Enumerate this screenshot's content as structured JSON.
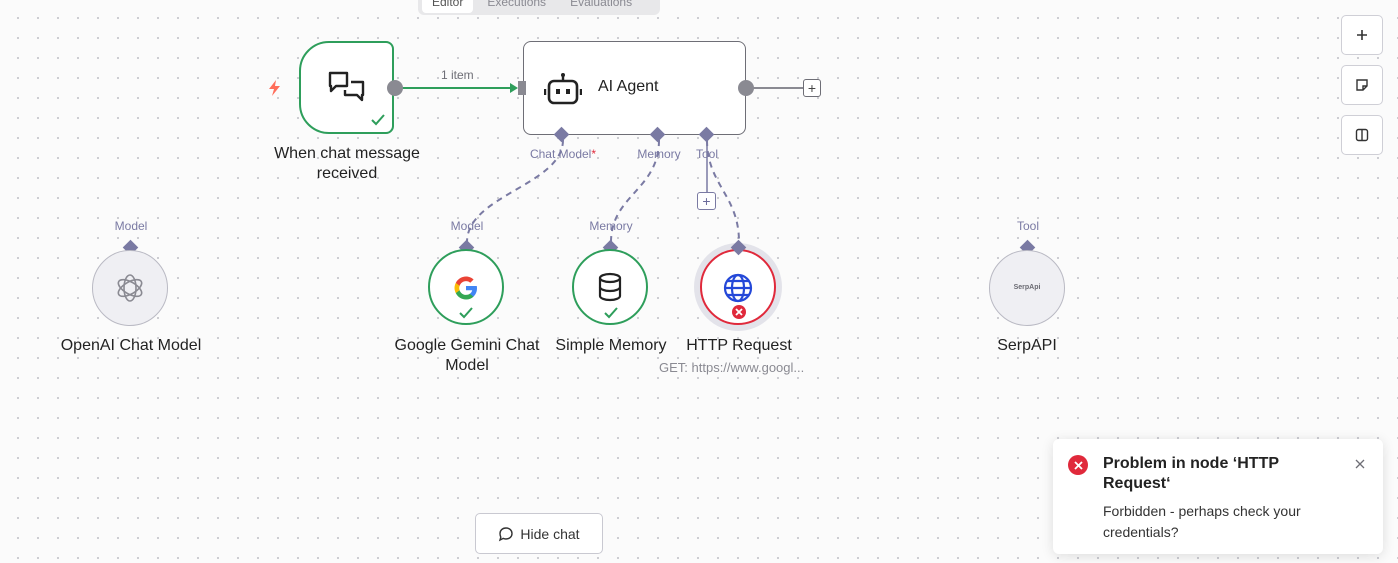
{
  "tabs": [
    {
      "label": "Editor",
      "active": true
    },
    {
      "label": "Executions",
      "active": false
    },
    {
      "label": "Evaluations",
      "active": false
    }
  ],
  "connection": {
    "items_label": "1 item"
  },
  "nodes": {
    "trigger": {
      "title_line1": "When chat message",
      "title_line2": "received",
      "icon": "chat-bubbles-icon",
      "status": "success"
    },
    "agent": {
      "title": "AI Agent",
      "icon": "robot-icon",
      "ports": {
        "chat_model": "Chat Model",
        "chat_model_required": "*",
        "memory": "Memory",
        "tool": "Tool"
      }
    },
    "openai": {
      "title": "OpenAI Chat Model",
      "port": "Model",
      "icon": "openai-icon"
    },
    "gemini": {
      "title_line1": "Google Gemini Chat",
      "title_line2": "Model",
      "port": "Model",
      "icon": "google-icon",
      "status": "success"
    },
    "memory": {
      "title": "Simple Memory",
      "port": "Memory",
      "icon": "database-icon",
      "status": "success"
    },
    "http": {
      "title": "HTTP Request",
      "subtitle": "GET: https://www.googl...",
      "icon": "globe-icon",
      "status": "error"
    },
    "serpapi": {
      "title": "SerpAPI",
      "port": "Tool",
      "logo_text": "SerpApi"
    }
  },
  "buttons": {
    "hide_chat": "Hide chat"
  },
  "side_toolbar": [
    {
      "icon": "plus-icon"
    },
    {
      "icon": "sticky-note-icon"
    },
    {
      "icon": "panel-icon"
    }
  ],
  "toast": {
    "title": "Problem in node ‘HTTP Request‘",
    "message": "Forbidden - perhaps check your credentials?"
  },
  "colors": {
    "success": "#2e9e5b",
    "error": "#e0293b",
    "port": "#7a7aa3",
    "trigger_bolt": "#ff6d5a"
  }
}
